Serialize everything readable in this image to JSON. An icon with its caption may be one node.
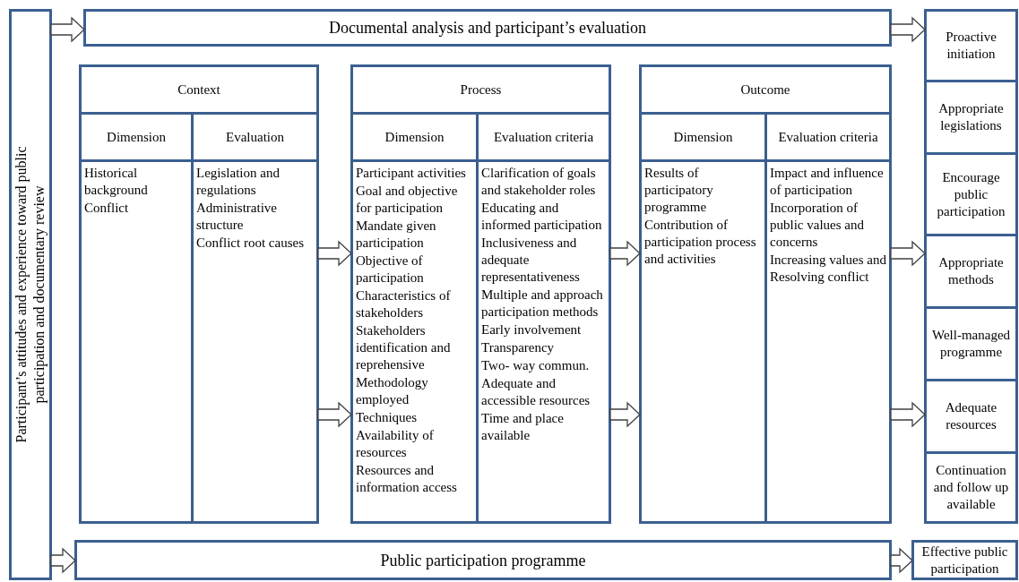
{
  "diagram": {
    "nodes": [
      {
        "text": [
          "Participant’s attitudes and experience toward public participation and documentary review"
        ]
      },
      {
        "text": [
          "Documental analysis and participant’s evaluation"
        ]
      },
      {
        "text": [
          "Context"
        ]
      },
      {
        "text": [
          "Dimension",
          "Historical background",
          "Conflict"
        ],
        "in": 2
      },
      {
        "text": [
          "Evaluation",
          "Legislation and regulations",
          "Administrative structure",
          "Conflict root causes"
        ],
        "in": 2
      },
      {
        "text": [
          "Process"
        ]
      },
      {
        "text": [
          "Dimension",
          "Participant activities",
          "Goal and objective for participation",
          "Mandate given participation",
          "Objective of participation",
          "Characteristics of stakeholders",
          "Stakeholders identification and reprehensive",
          "Methodology employed",
          "Techniques",
          "Availability of resources",
          "Resources and information access"
        ],
        "in": 5
      },
      {
        "text": [
          "Evaluation criteria",
          "Clarification of goals and stakeholder roles",
          "Educating and informed participation",
          "Inclusiveness and adequate representativeness",
          "Multiple and approach participation methods",
          "Early involvement",
          "Transparency",
          "Two- way commun.",
          "Adequate and accessible resources",
          "Time and place available"
        ],
        "in": 5
      },
      {
        "text": [
          "Outcome"
        ]
      },
      {
        "text": [
          "Dimension",
          "Results of participatory programme",
          "Contribution of participation process and activities"
        ],
        "in": 8
      },
      {
        "text": [
          "Evaluation criteria",
          "Impact and influence of participation",
          "Incorporation of public values and concerns",
          "Increasing values and Resolving conflict"
        ],
        "in": 8
      },
      {
        "text": [
          "Proactive initiation"
        ]
      },
      {
        "text": [
          "Appropriate legislations"
        ]
      },
      {
        "text": [
          "Encourage public participation"
        ]
      },
      {
        "text": [
          "Appropriate methods"
        ]
      },
      {
        "text": [
          "Well-managed programme"
        ]
      },
      {
        "text": [
          "Adequate resources"
        ]
      },
      {
        "text": [
          "Continuation and follow up available"
        ]
      },
      {
        "text": [
          "Public participation programme"
        ]
      },
      {
        "text": [
          "Effective public participation"
        ]
      }
    ],
    "edges": [
      {
        "from": 0,
        "to": 1,
        "arrow": "to"
      },
      {
        "from": 1,
        "to": 11,
        "arrow": "to"
      },
      {
        "from": 2,
        "to": 5,
        "arrow": "to"
      },
      {
        "from": 2,
        "to": 5,
        "arrow": "to"
      },
      {
        "from": 5,
        "to": 8,
        "arrow": "to"
      },
      {
        "from": 5,
        "to": 8,
        "arrow": "to"
      },
      {
        "from": 8,
        "to": 14,
        "arrow": "to"
      },
      {
        "from": 8,
        "to": 16,
        "arrow": "to"
      },
      {
        "from": 0,
        "to": 18,
        "arrow": "to"
      },
      {
        "from": 18,
        "to": 19,
        "arrow": "to"
      }
    ]
  }
}
